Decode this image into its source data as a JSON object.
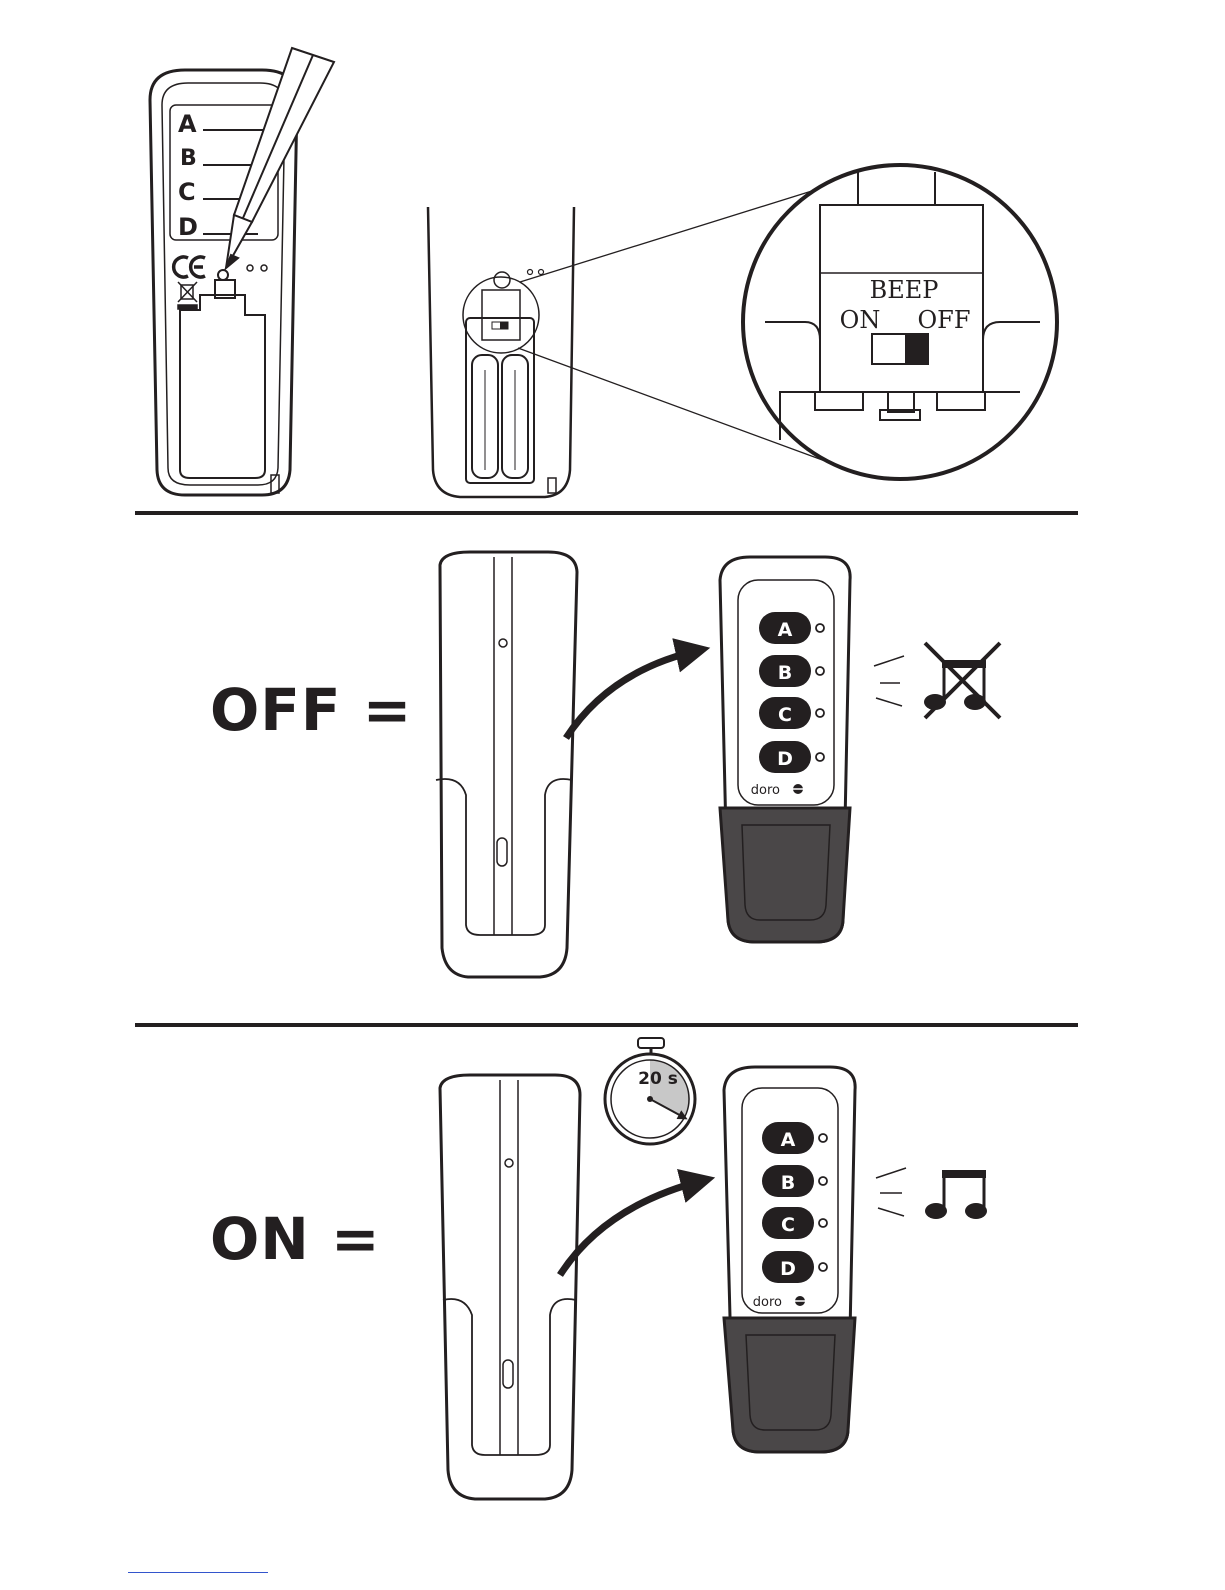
{
  "sections": {
    "off": {
      "label": "OFF ="
    },
    "on": {
      "label": "ON ="
    }
  },
  "back_label": {
    "rows": [
      "A",
      "B",
      "C",
      "D"
    ]
  },
  "switch": {
    "title": "BEEP",
    "on": "ON",
    "off": "OFF",
    "position": "OFF"
  },
  "remote_buttons": [
    "A",
    "B",
    "C",
    "D"
  ],
  "brand": "doro",
  "timer": {
    "label": "20 s"
  },
  "colors": {
    "ink": "#231f20",
    "dark_panel": "#4a4748",
    "timer_fill": "#c8c8c8"
  },
  "icons": [
    "pencil-icon",
    "ce-mark-icon",
    "weee-bin-icon",
    "arrow-icon",
    "sound-waves-icon",
    "music-note-icon",
    "muted-music-icon",
    "stopwatch-icon",
    "doro-logo-icon"
  ]
}
